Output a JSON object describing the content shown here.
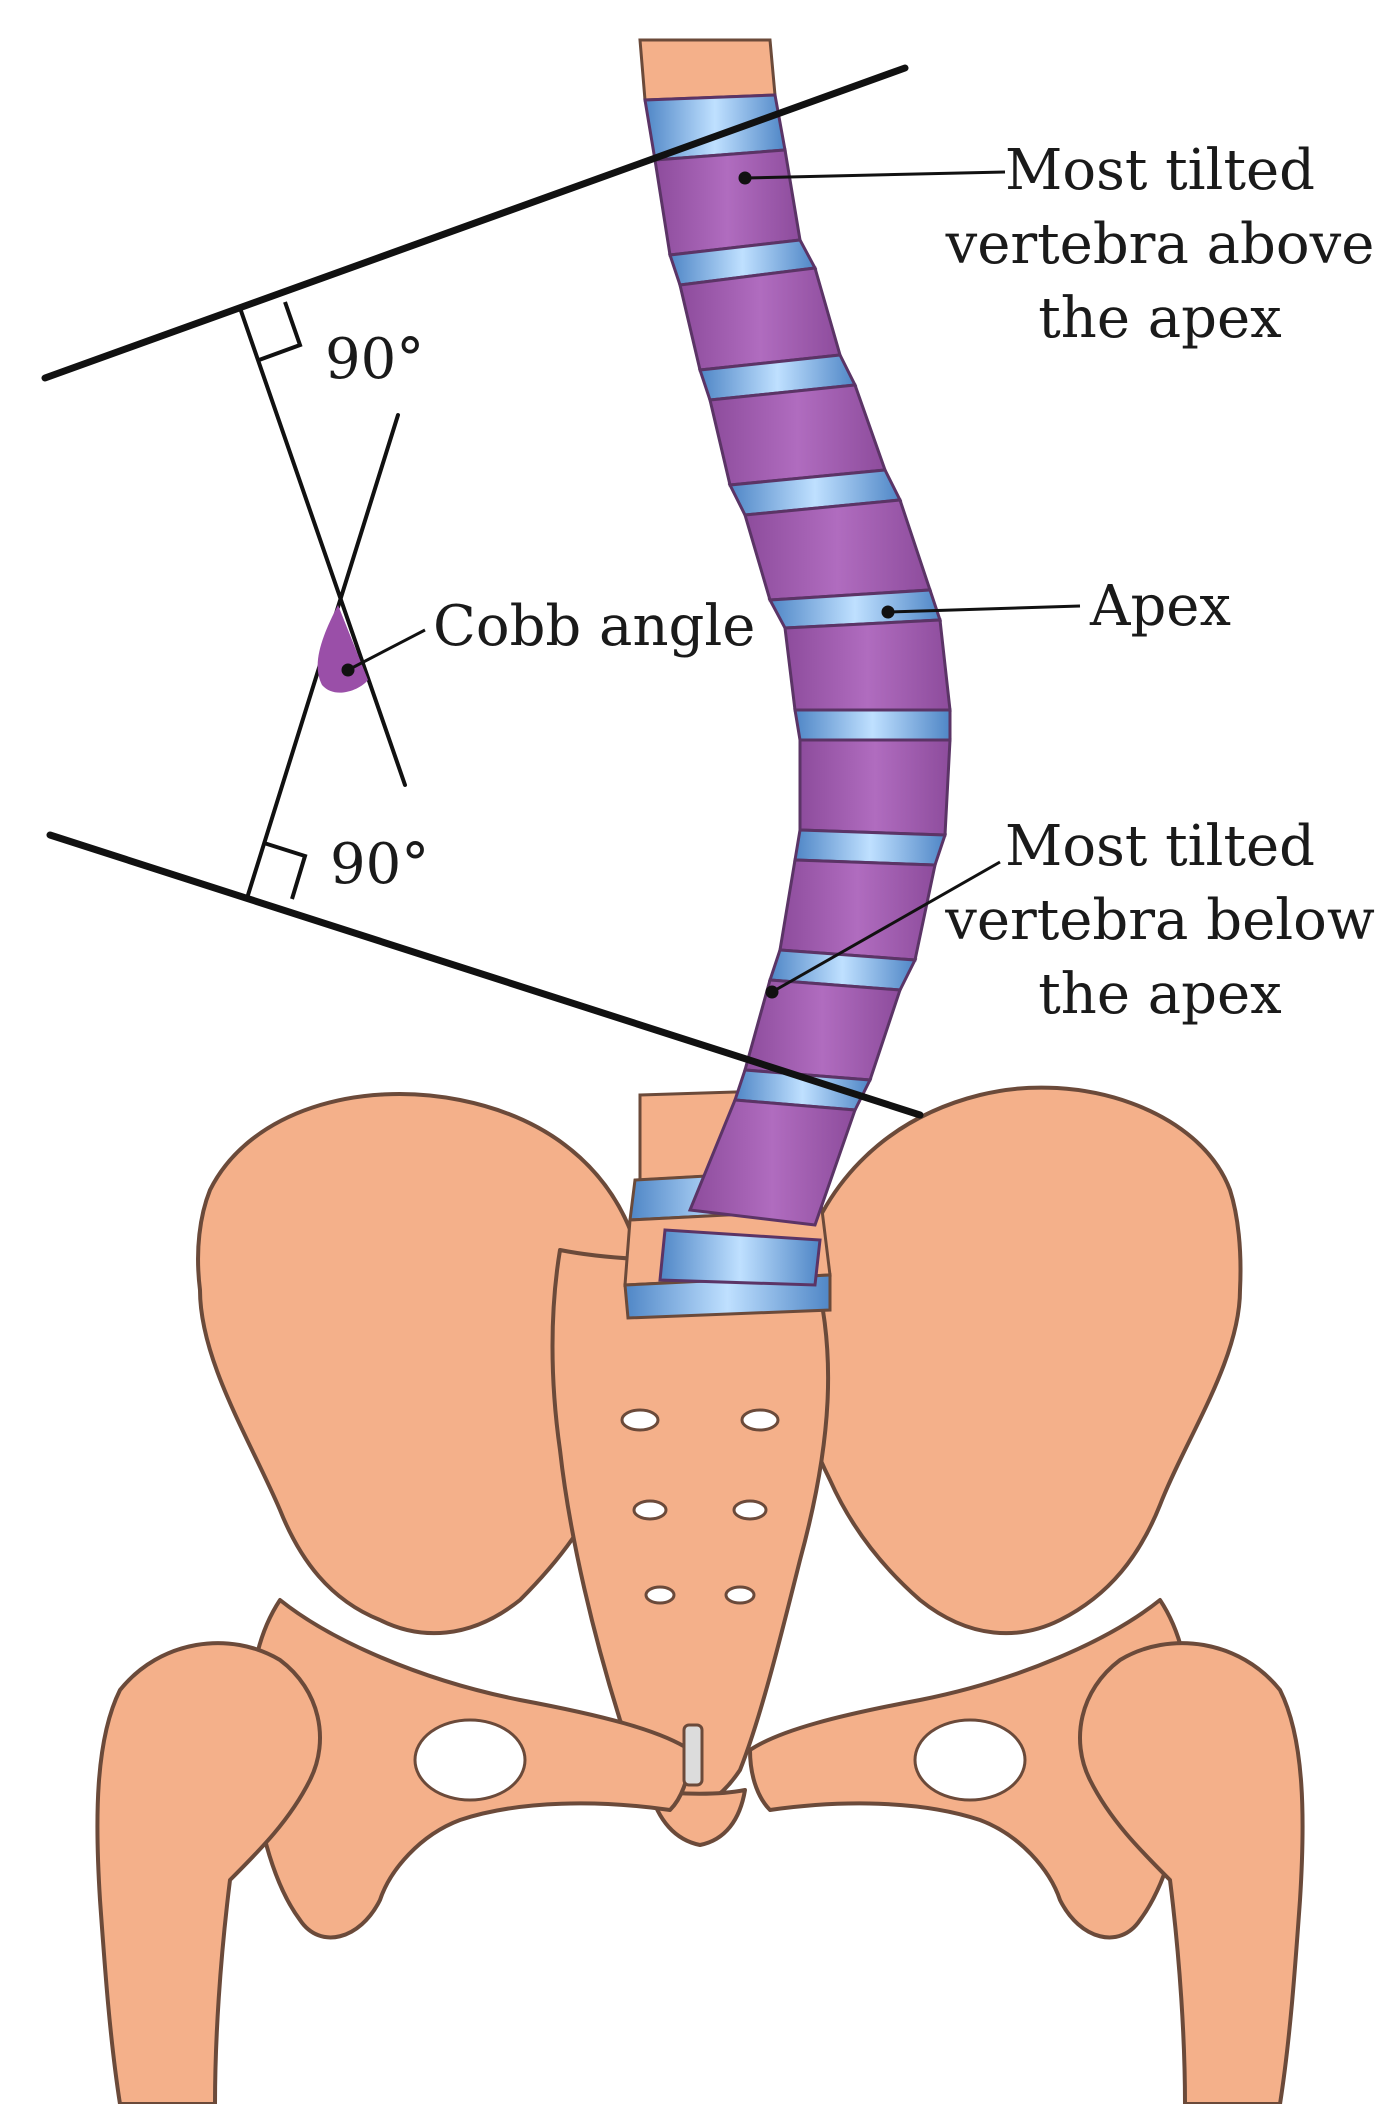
{
  "labels": {
    "top_vertebra": [
      "Most tilted",
      "vertebra above",
      "the apex"
    ],
    "apex": "Apex",
    "bottom_vertebra": [
      "Most tilted",
      "vertebra below",
      "the apex"
    ],
    "cobb_angle": "Cobb angle",
    "right_angle_top": "90°",
    "right_angle_bottom": "90°"
  },
  "colors": {
    "vertebra": "#a35fb0",
    "vertebra_dark": "#7b3f8a",
    "disc": "#6fa3d8",
    "bone": "#f4b08a",
    "bone_outline": "#6b4a3a",
    "line": "#111111",
    "angle_fill": "#9a4fa8"
  }
}
